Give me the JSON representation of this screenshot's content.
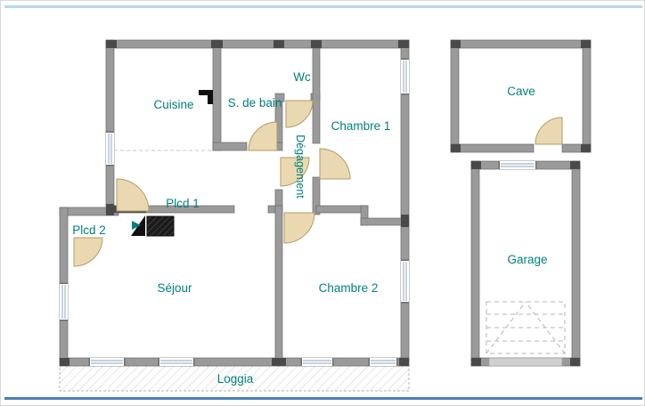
{
  "rooms": {
    "cuisine": "Cuisine",
    "bathroom": "S. de bain",
    "wc": "Wc",
    "bedroom1": "Chambre 1",
    "hallway": "Dégagement",
    "closet1": "Plcd 1",
    "closet2": "Plcd 2",
    "living": "Séjour",
    "bedroom2": "Chambre 2",
    "loggia": "Loggia",
    "cellar": "Cave",
    "garage": "Garage"
  },
  "colors": {
    "wall": "#9a9a9a",
    "wall_junction": "#4a4a4a",
    "label": "#00807e",
    "door_fill": "#ead9b0",
    "door_stroke": "#b29a66",
    "window_line": "#9fb8cc",
    "hatch": "#cccccc",
    "top_line": "#bcd6ea",
    "bottom_line": "#4a7ebb"
  }
}
